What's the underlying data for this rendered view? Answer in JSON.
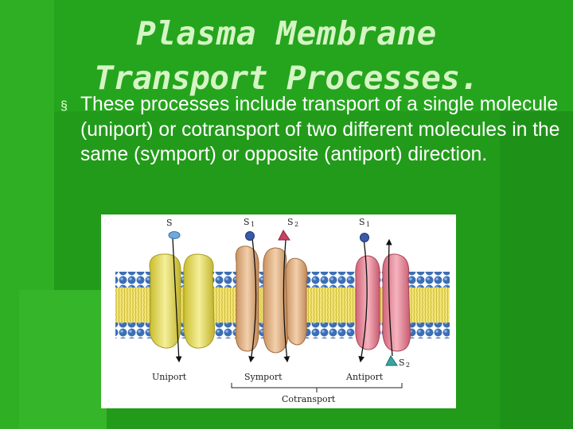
{
  "slide": {
    "title_line1": "Plasma Membrane",
    "title_line2": "Transport Processes.",
    "bullet_glyph": "§",
    "bullet_text": "These processes include transport of a single molecule (uniport) or cotransport of two different molecules in the same (symport) or opposite (antiport) direction."
  },
  "figure": {
    "label_s": "S",
    "label_s1_a": "S",
    "label_s1_a_sub": "1",
    "label_s2_a": "S",
    "label_s2_a_sub": "2",
    "label_s1_b": "S",
    "label_s1_b_sub": "1",
    "label_s2_b": "S",
    "label_s2_b_sub": "2",
    "uniport": "Uniport",
    "symport": "Symport",
    "antiport": "Antiport",
    "cotransport": "Cotransport",
    "colors": {
      "background": "#25a51d",
      "membrane_head": "#3c6fb4",
      "membrane_tail": "#e8d64a",
      "uniport_protein": "#e7dd5a",
      "symport_protein": "#e3b484",
      "antiport_protein": "#e6889a",
      "s_molecule": "#6fa8dc",
      "s1_molecule": "#3a5aa8",
      "s2_molecule": "#c94060"
    }
  }
}
